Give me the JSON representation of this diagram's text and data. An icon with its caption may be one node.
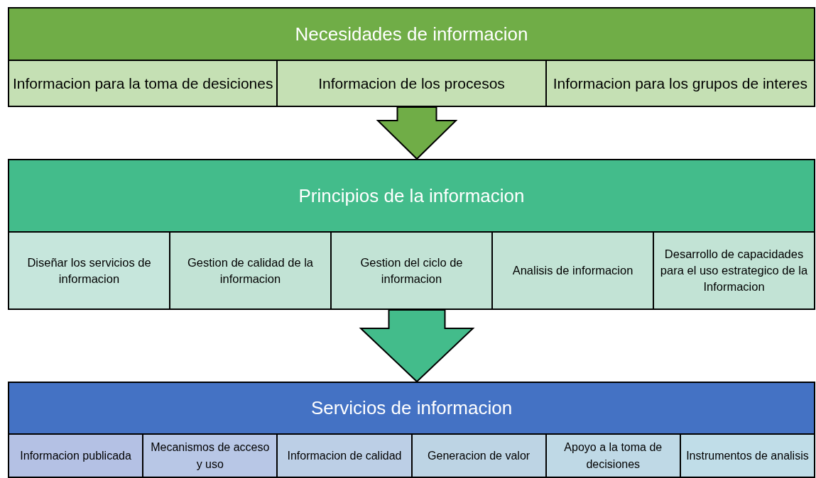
{
  "diagram": {
    "nodes": [
      {
        "text": [
          "Necesidades de informacion"
        ]
      },
      {
        "text": [
          "Informacion para la toma de desiciones"
        ],
        "in": 0
      },
      {
        "text": [
          "Informacion de los procesos"
        ],
        "in": 0
      },
      {
        "text": [
          "Informacion para los grupos de interes"
        ],
        "in": 0
      },
      {
        "text": [
          "Principios de la informacion"
        ]
      },
      {
        "text": [
          "Diseñar los servicios de informacion"
        ],
        "in": 4
      },
      {
        "text": [
          "Gestion de calidad de la informacion"
        ],
        "in": 4
      },
      {
        "text": [
          "Gestion del ciclo de informacion"
        ],
        "in": 4
      },
      {
        "text": [
          "Analisis de informacion"
        ],
        "in": 4
      },
      {
        "text": [
          "Desarrollo de capacidades para el uso estrategico de la Informacion"
        ],
        "in": 4
      },
      {
        "text": [
          "Servicios de informacion"
        ]
      },
      {
        "text": [
          "Informacion publicada"
        ],
        "in": 10
      },
      {
        "text": [
          "Mecanismos de acceso y uso"
        ],
        "in": 10
      },
      {
        "text": [
          "Informacion de calidad"
        ],
        "in": 10
      },
      {
        "text": [
          "Generacion de valor"
        ],
        "in": 10
      },
      {
        "text": [
          "Apoyo a la toma de decisiones"
        ],
        "in": 10
      },
      {
        "text": [
          "Instrumentos de analisis"
        ],
        "in": 10
      }
    ],
    "edges": [
      {
        "from": 0,
        "to": 4,
        "arrow": "to",
        "style": "thick",
        "color": "#70ad47"
      },
      {
        "from": 4,
        "to": 10,
        "arrow": "to",
        "style": "thick",
        "color": "#43bc8b"
      }
    ]
  }
}
